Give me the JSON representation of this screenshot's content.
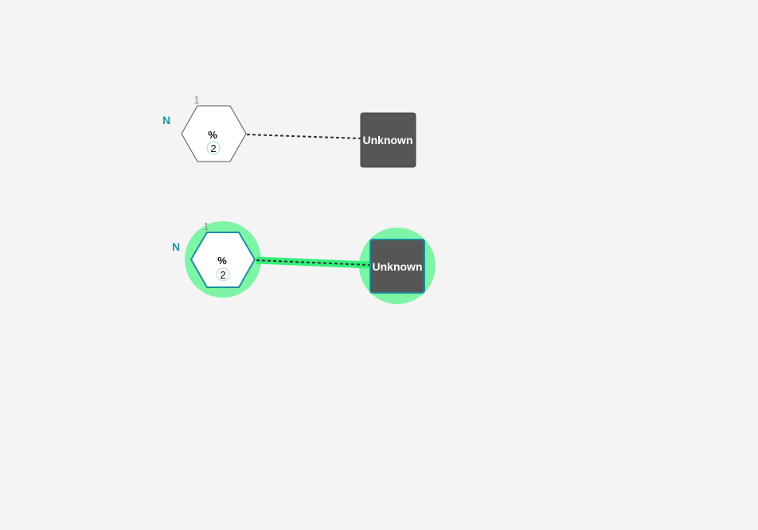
{
  "colors": {
    "background": "#f4f4f4",
    "highlight": "#7ef5a6",
    "link_highlight": "#33f07a",
    "unknown_box": "#565656",
    "selected_stroke": "#1a8fa0",
    "n_label": "#1a95a8"
  },
  "diagrams": [
    {
      "state": "normal",
      "monomer": {
        "shape": "hexagon",
        "n_label": "N",
        "index_label": "1",
        "symbol": "%",
        "count": "2"
      },
      "link": {
        "style": "dashed"
      },
      "unknown": {
        "shape": "square",
        "label": "Unknown"
      }
    },
    {
      "state": "selected",
      "monomer": {
        "shape": "hexagon",
        "n_label": "N",
        "index_label": "1",
        "symbol": "%",
        "count": "2"
      },
      "link": {
        "style": "dashed"
      },
      "unknown": {
        "shape": "square",
        "label": "Unknown"
      }
    }
  ]
}
